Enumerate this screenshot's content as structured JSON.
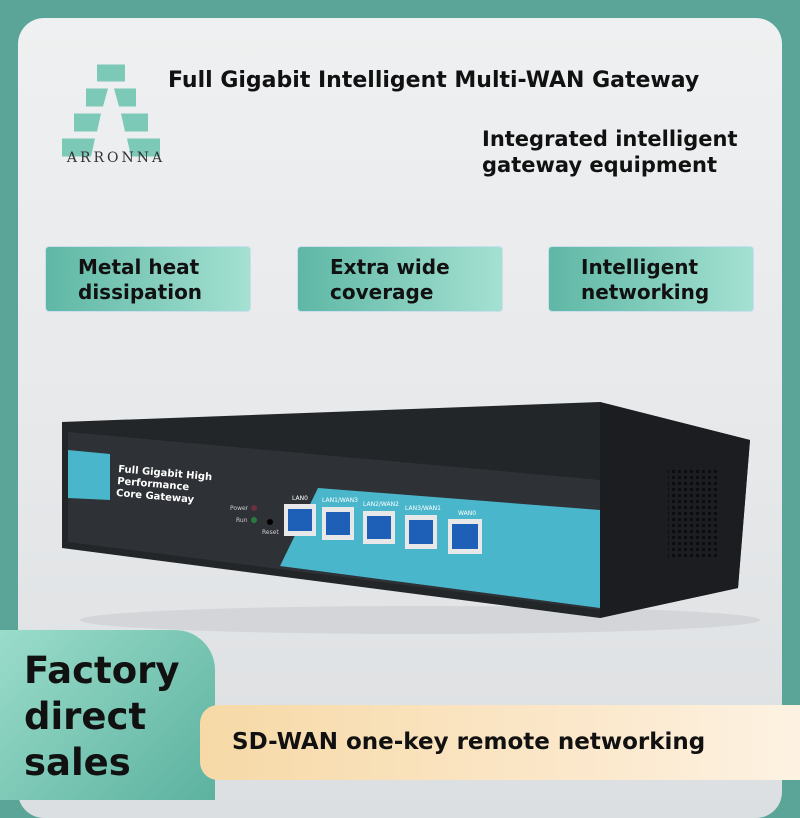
{
  "brand": {
    "name": "ARRONNA"
  },
  "header": {
    "title": "Full Gigabit Intelligent Multi-WAN Gateway",
    "subtitle": "Integrated intelligent gateway equipment"
  },
  "features": [
    {
      "label": "Metal heat dissipation"
    },
    {
      "label": "Extra wide coverage"
    },
    {
      "label": "Intelligent networking"
    }
  ],
  "device": {
    "panel_text": [
      "Full Gigabit High",
      "Performance",
      "Core Gateway"
    ],
    "leds": [
      "Power",
      "Run"
    ],
    "reset": "Reset",
    "ports": [
      "LAN0",
      "LAN1/WAN3",
      "LAN2/WAN2",
      "LAN3/WAN1",
      "WAN0"
    ]
  },
  "promo": {
    "corner": "Factory direct sales",
    "strip": "SD-WAN one-key remote networking"
  },
  "colors": {
    "teal": "#5aa597",
    "accent": "#4ab6cc"
  }
}
